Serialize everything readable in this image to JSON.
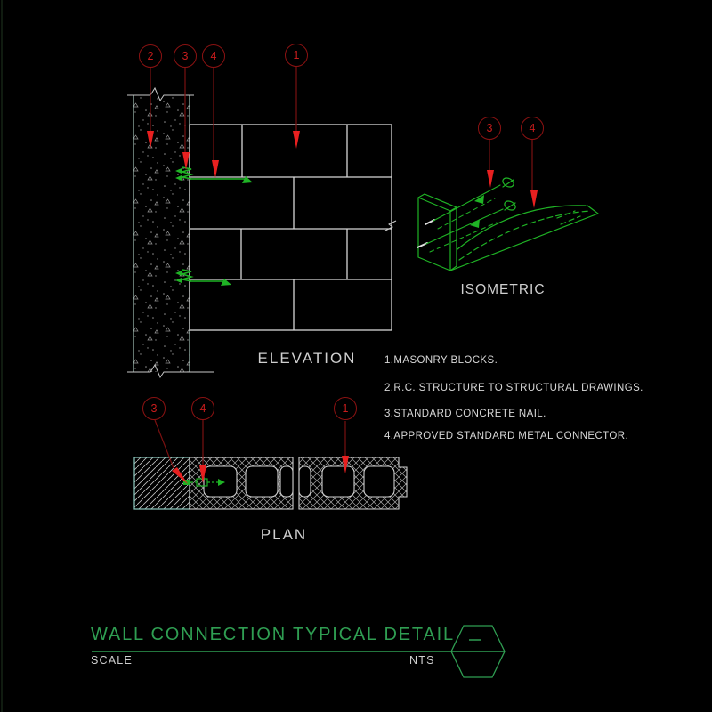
{
  "views": {
    "elevation_label": "ELEVATION",
    "isometric_label": "ISOMETRIC",
    "plan_label": "PLAN"
  },
  "callouts": {
    "elevation": [
      "2",
      "3",
      "4",
      "1"
    ],
    "isometric": [
      "3",
      "4"
    ],
    "plan": [
      "3",
      "4",
      "1"
    ]
  },
  "notes": [
    "1.MASONRY BLOCKS.",
    "2.R.C. STRUCTURE TO STRUCTURAL DRAWINGS.",
    "3.STANDARD CONCRETE NAIL.",
    "4.APPROVED STANDARD METAL CONNECTOR."
  ],
  "title_block": {
    "title": "WALL CONNECTION TYPICAL DETAIL",
    "scale_label": "SCALE",
    "scale_value": "NTS",
    "marker_icon": "hexagon-detail-marker"
  },
  "colors": {
    "background": "#000000",
    "masonry_line": "#d6d6d6",
    "concrete_line": "#a7c4bb",
    "connector_green": "#1fb325",
    "title_green": "#2f9e52",
    "callout_ring": "#8c1212",
    "callout_number": "#c81c1c",
    "leader_line": "#7a1010",
    "arrow_red": "#e82020",
    "label_text": "#d2d2d2",
    "plan_concrete_border": "#8fccc2"
  }
}
